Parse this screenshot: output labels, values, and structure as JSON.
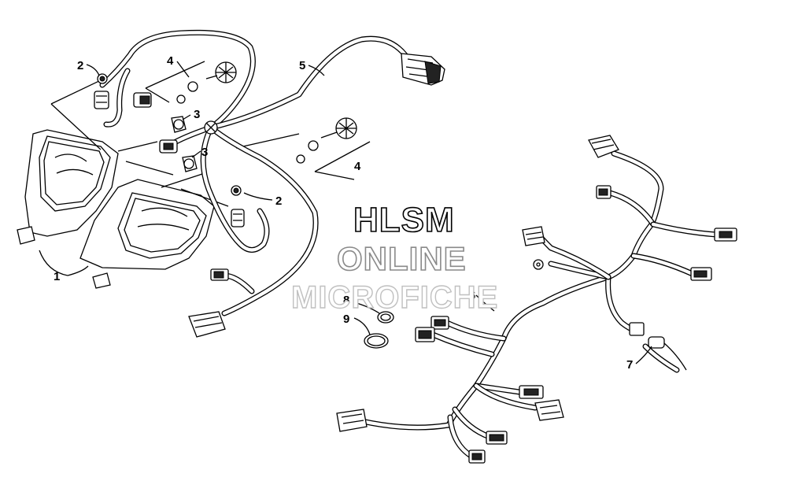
{
  "diagram": {
    "callouts": [
      {
        "id": "c2a",
        "text": "2"
      },
      {
        "id": "c4a",
        "text": "4"
      },
      {
        "id": "c5",
        "text": "5"
      },
      {
        "id": "c3a",
        "text": "3"
      },
      {
        "id": "c3b",
        "text": "3"
      },
      {
        "id": "c4b",
        "text": "4"
      },
      {
        "id": "c2b",
        "text": "2"
      },
      {
        "id": "c1",
        "text": "1"
      },
      {
        "id": "c8",
        "text": "8"
      },
      {
        "id": "c9",
        "text": "9"
      },
      {
        "id": "c6",
        "text": "6"
      },
      {
        "id": "c7",
        "text": "7"
      }
    ]
  },
  "watermark": {
    "line1": "HLSM",
    "line2": "ONLINE",
    "line3": "MICROFICHE"
  }
}
